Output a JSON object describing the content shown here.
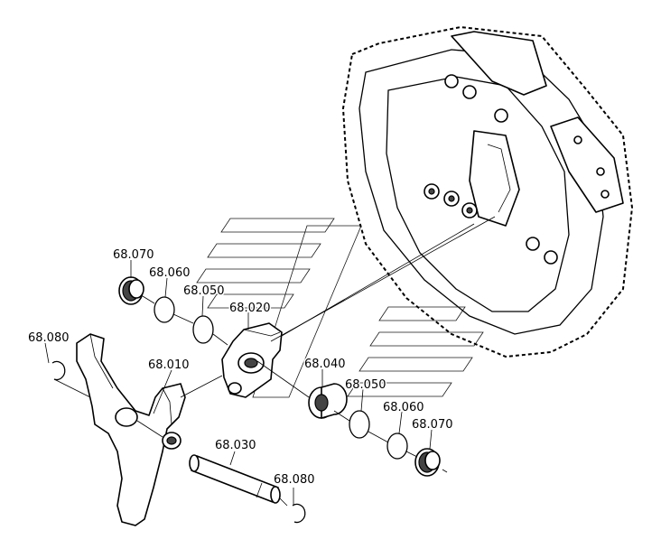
{
  "part_labels": [
    {
      "id": "68.070a",
      "text": "68.070"
    },
    {
      "id": "68.060a",
      "text": "68.060"
    },
    {
      "id": "68.050a",
      "text": "68.050"
    },
    {
      "id": "68.020",
      "text": "68.020"
    },
    {
      "id": "68.080a",
      "text": "68.080"
    },
    {
      "id": "68.010",
      "text": "68.010"
    },
    {
      "id": "68.040",
      "text": "68.040"
    },
    {
      "id": "68.050b",
      "text": "68.050"
    },
    {
      "id": "68.060b",
      "text": "68.060"
    },
    {
      "id": "68.070b",
      "text": "68.070"
    },
    {
      "id": "68.030",
      "text": "68.030"
    },
    {
      "id": "68.080b",
      "text": "68.080"
    }
  ]
}
